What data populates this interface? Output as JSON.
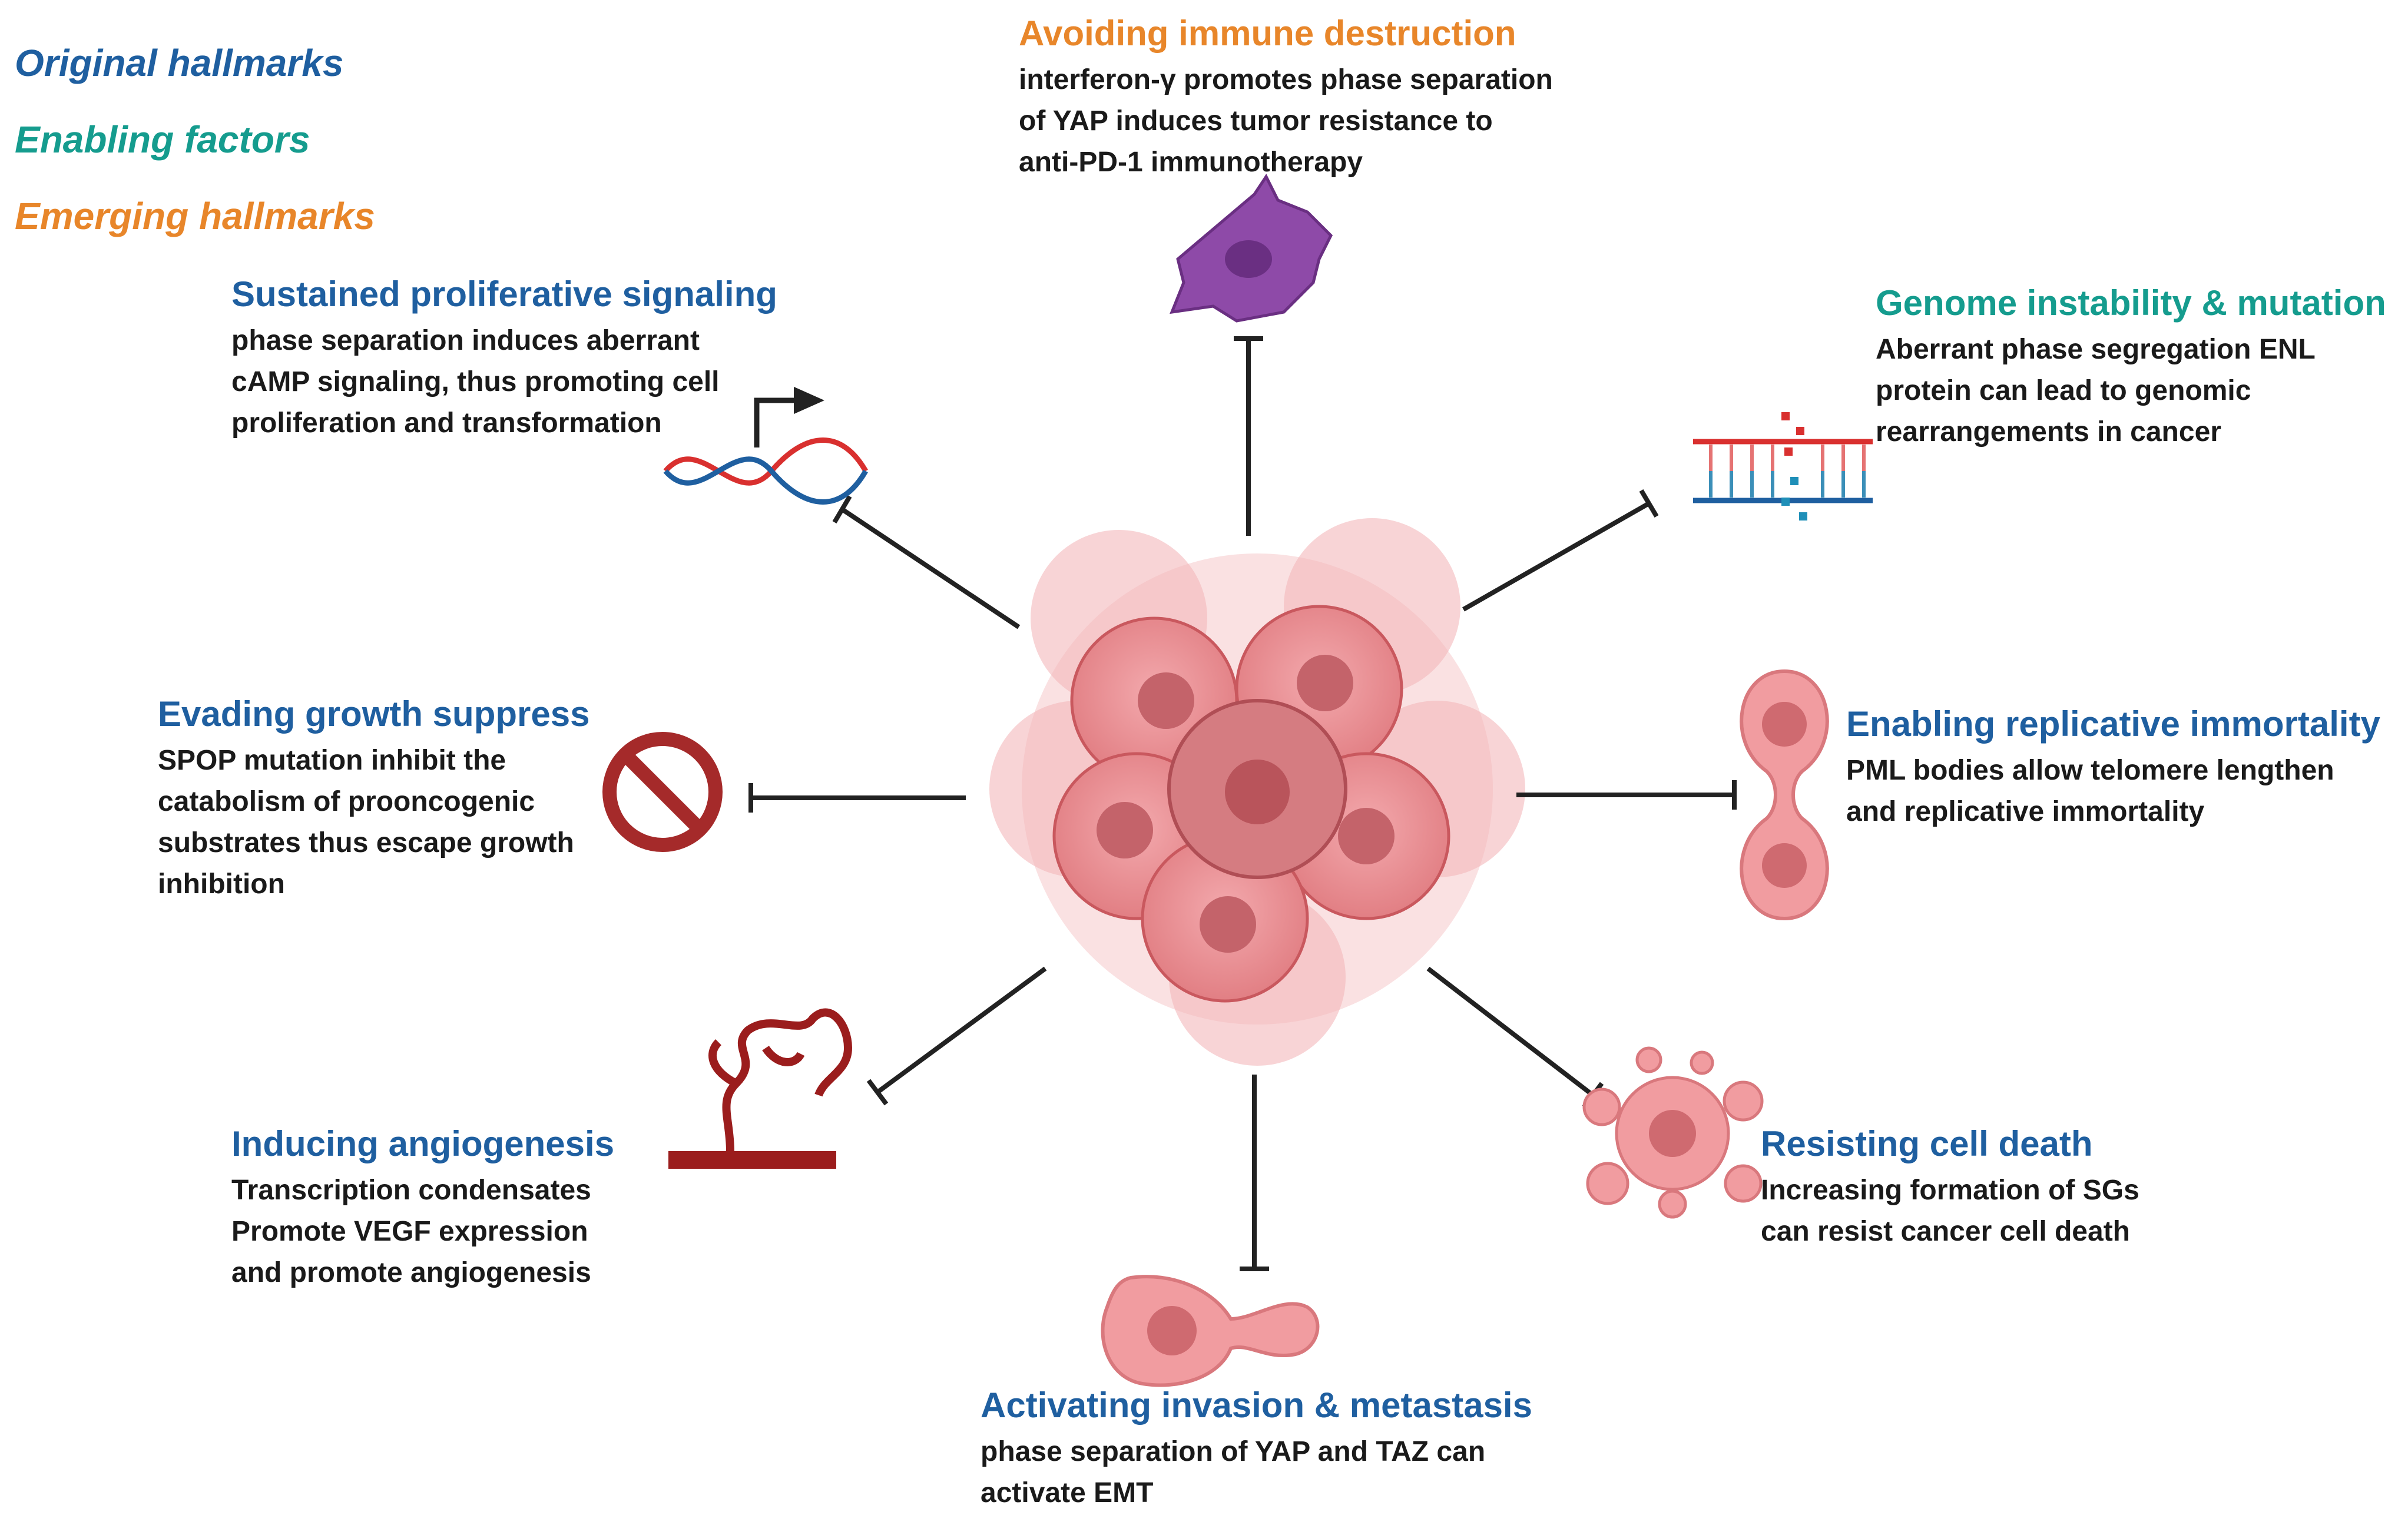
{
  "legend": {
    "original": "Original hallmarks",
    "enabling": "Enabling factors",
    "emerging": "Emerging hallmarks"
  },
  "colors": {
    "original": "#1f5fa0",
    "enabling": "#159c8e",
    "emerging": "#e8862a",
    "tumor": "#e07b80",
    "immune_cell": "#8e4aa8",
    "inhibition_sign": "#a52a2a",
    "vessel": "#9b1d1d"
  },
  "hallmarks": {
    "immune": {
      "title": "Avoiding immune destruction",
      "desc": "interferon-γ promotes phase separation\nof YAP induces tumor resistance to\nanti-PD-1 immunotherapy"
    },
    "proliferative": {
      "title": "Sustained proliferative signaling",
      "desc": "phase separation induces aberrant\ncAMP signaling, thus promoting cell\nproliferation and transformation"
    },
    "genome": {
      "title": "Genome instability & mutation",
      "desc": "Aberrant phase segregation ENL\nprotein can lead to genomic\nrearrangements in cancer"
    },
    "growth": {
      "title": "Evading growth suppress",
      "desc": "SPOP mutation inhibit the\ncatabolism of prooncogenic\nsubstrates thus escape growth\ninhibition"
    },
    "immortality": {
      "title": "Enabling replicative immortality",
      "desc": "PML bodies allow telomere lengthen\nand replicative immortality"
    },
    "angiogenesis": {
      "title": "Inducing angiogenesis",
      "desc": "Transcription condensates\nPromote VEGF expression\nand promote angiogenesis"
    },
    "death": {
      "title": "Resisting cell death",
      "desc": "Increasing formation of SGs\ncan resist cancer cell death"
    },
    "invasion": {
      "title": "Activating invasion & metastasis",
      "desc": "phase separation of YAP and TAZ can\nactivate EMT"
    }
  },
  "icons": [
    "tumor-cluster-icon",
    "immune-cell-icon",
    "dna-transcription-icon",
    "broken-dna-icon",
    "inhibition-sign-icon",
    "dividing-cell-icon",
    "blood-vessel-icon",
    "apoptotic-cell-icon",
    "migrating-cell-icon"
  ]
}
